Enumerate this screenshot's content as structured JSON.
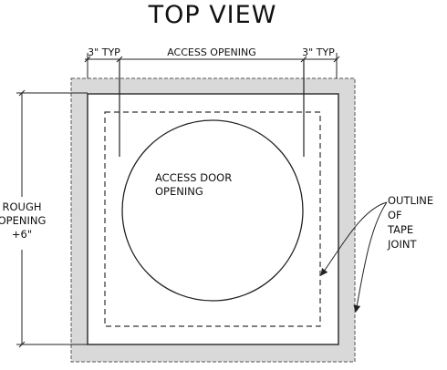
{
  "title": "TOP VIEW",
  "dimensions": {
    "left_typ": "3\" TYP",
    "access_opening": "ACCESS OPENING",
    "right_typ": "3\" TYP",
    "rough_opening": [
      "ROUGH",
      "OPENING",
      "+6\""
    ]
  },
  "labels": {
    "access_door_opening": [
      "ACCESS DOOR",
      "OPENING"
    ],
    "tape_joint_outline": [
      "OUTLINE",
      "OF",
      "TAPE",
      "JOINT"
    ]
  },
  "colors": {
    "frame_fill": "#d9d9d9",
    "line": "#222222",
    "background": "#ffffff"
  }
}
